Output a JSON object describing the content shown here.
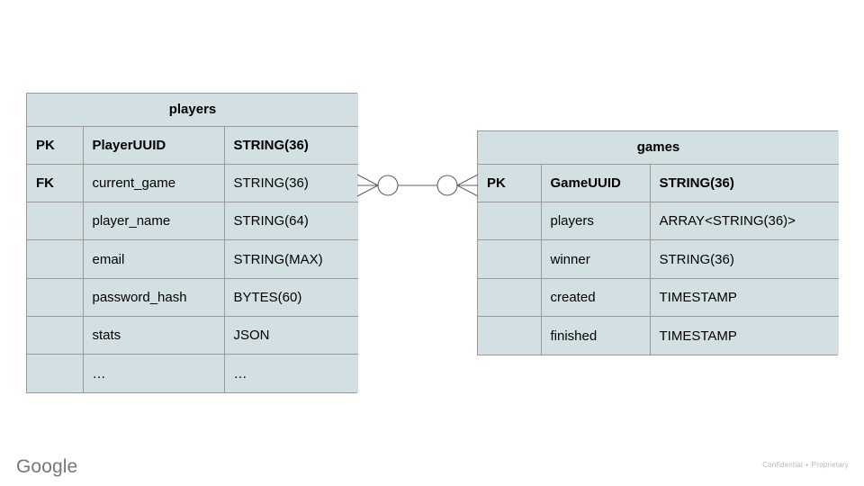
{
  "diagram": {
    "type": "entity-relationship",
    "colors": {
      "entity_fill": "#d3e0e3",
      "entity_border": "#9a9a9a",
      "connector_line": "#5f6368",
      "canvas": "#ffffff",
      "text": "#000000"
    },
    "entities": [
      {
        "id": "players",
        "title": "players",
        "columns": [
          "key",
          "name",
          "type"
        ],
        "rows": [
          {
            "key": "PK",
            "name": "PlayerUUID",
            "type": "STRING(36)",
            "emphasis": true
          },
          {
            "key": "FK",
            "name": "current_game",
            "type": "STRING(36)",
            "emphasis": false
          },
          {
            "key": "",
            "name": "player_name",
            "type": "STRING(64)",
            "emphasis": false
          },
          {
            "key": "",
            "name": "email",
            "type": "STRING(MAX)",
            "emphasis": false
          },
          {
            "key": "",
            "name": "password_hash",
            "type": "BYTES(60)",
            "emphasis": false
          },
          {
            "key": "",
            "name": "stats",
            "type": "JSON",
            "emphasis": false
          },
          {
            "key": "",
            "name": "…",
            "type": "…",
            "emphasis": false
          }
        ]
      },
      {
        "id": "games",
        "title": "games",
        "columns": [
          "key",
          "name",
          "type"
        ],
        "rows": [
          {
            "key": "PK",
            "name": "GameUUID",
            "type": "STRING(36)",
            "emphasis": true
          },
          {
            "key": "",
            "name": "players",
            "type": "ARRAY<STRING(36)>",
            "emphasis": false
          },
          {
            "key": "",
            "name": "winner",
            "type": "STRING(36)",
            "emphasis": false
          },
          {
            "key": "",
            "name": "created",
            "type": "TIMESTAMP",
            "emphasis": false
          },
          {
            "key": "",
            "name": "finished",
            "type": "TIMESTAMP",
            "emphasis": false
          }
        ]
      }
    ],
    "relationship": {
      "from_entity": "players",
      "from_field": "current_game",
      "to_entity": "games",
      "to_field": "GameUUID",
      "notation": "crows-foot",
      "left_cardinality": "zero-or-many",
      "right_cardinality": "zero-or-many"
    }
  },
  "footer": {
    "logo_text": "Google",
    "confidentiality": "Confidential + Proprietary"
  }
}
